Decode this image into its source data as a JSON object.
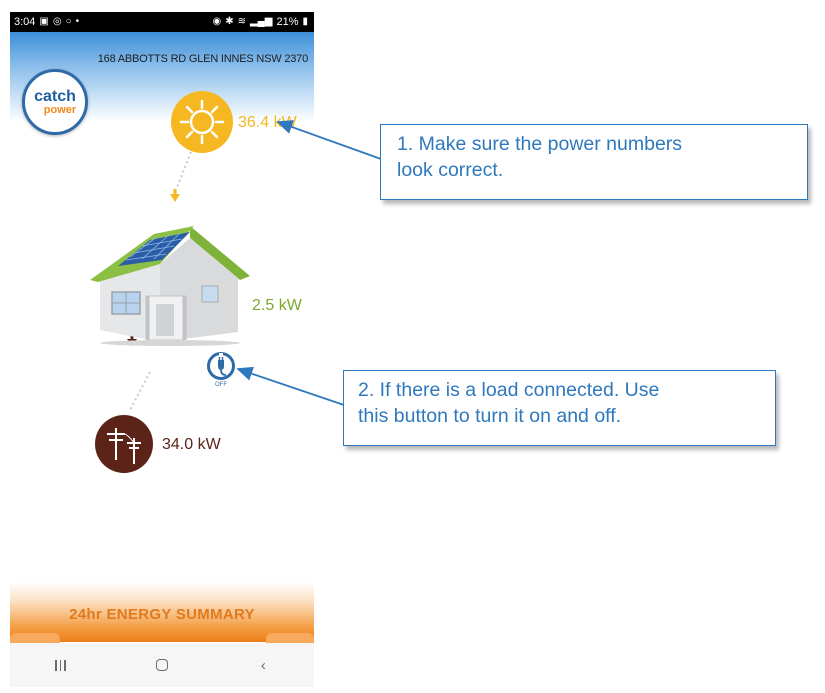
{
  "status_bar": {
    "time": "3:04",
    "battery": "21%"
  },
  "header": {
    "address": "168 ABBOTTS RD GLEN INNES NSW 2370"
  },
  "logo": {
    "line1": "catch",
    "line2": "power"
  },
  "energy_flow": {
    "solar": "36.4 kW",
    "house": "2.5 kW",
    "grid": "34.0 kW"
  },
  "load_button": {
    "state_label": "OFF"
  },
  "summary": {
    "label": "24hr ENERGY SUMMARY"
  },
  "callouts": {
    "first": {
      "line1": "1. Make sure the power numbers",
      "line2": "look correct."
    },
    "second": {
      "line1": "2. If there is a load connected. Use",
      "line2": "this button to turn it on and off."
    }
  },
  "colors": {
    "solar": "#f5b822",
    "house": "#7aa92e",
    "grid": "#5c2318",
    "callout": "#2e78bd",
    "brand_blue": "#1e5fa2",
    "brand_orange": "#ee7f1a"
  },
  "icons": [
    "sun-icon",
    "house-illustration",
    "power-pole-icon",
    "power-plug-icon",
    "arrow-down-icon",
    "nav-recents-icon",
    "nav-home-icon",
    "nav-back-icon"
  ]
}
